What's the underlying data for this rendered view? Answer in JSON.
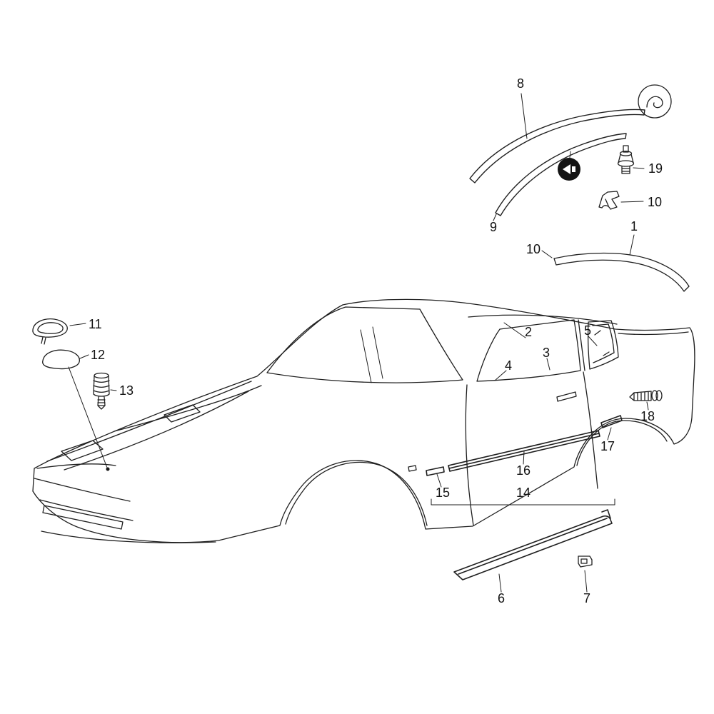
{
  "colors": {
    "background": "#ffffff",
    "line": "#1f1f1f"
  },
  "diagram": {
    "type": "exploded-parts-diagram",
    "callouts": [
      {
        "label": "8"
      },
      {
        "label": "9"
      },
      {
        "label": "19"
      },
      {
        "label": "10"
      },
      {
        "label": "1"
      },
      {
        "label": "10"
      },
      {
        "label": "11"
      },
      {
        "label": "12"
      },
      {
        "label": "13"
      },
      {
        "label": "2"
      },
      {
        "label": "5"
      },
      {
        "label": "3"
      },
      {
        "label": "4"
      },
      {
        "label": "18"
      },
      {
        "label": "17"
      },
      {
        "label": "16"
      },
      {
        "label": "15"
      },
      {
        "label": "14"
      },
      {
        "label": "6"
      },
      {
        "label": "7"
      }
    ]
  }
}
